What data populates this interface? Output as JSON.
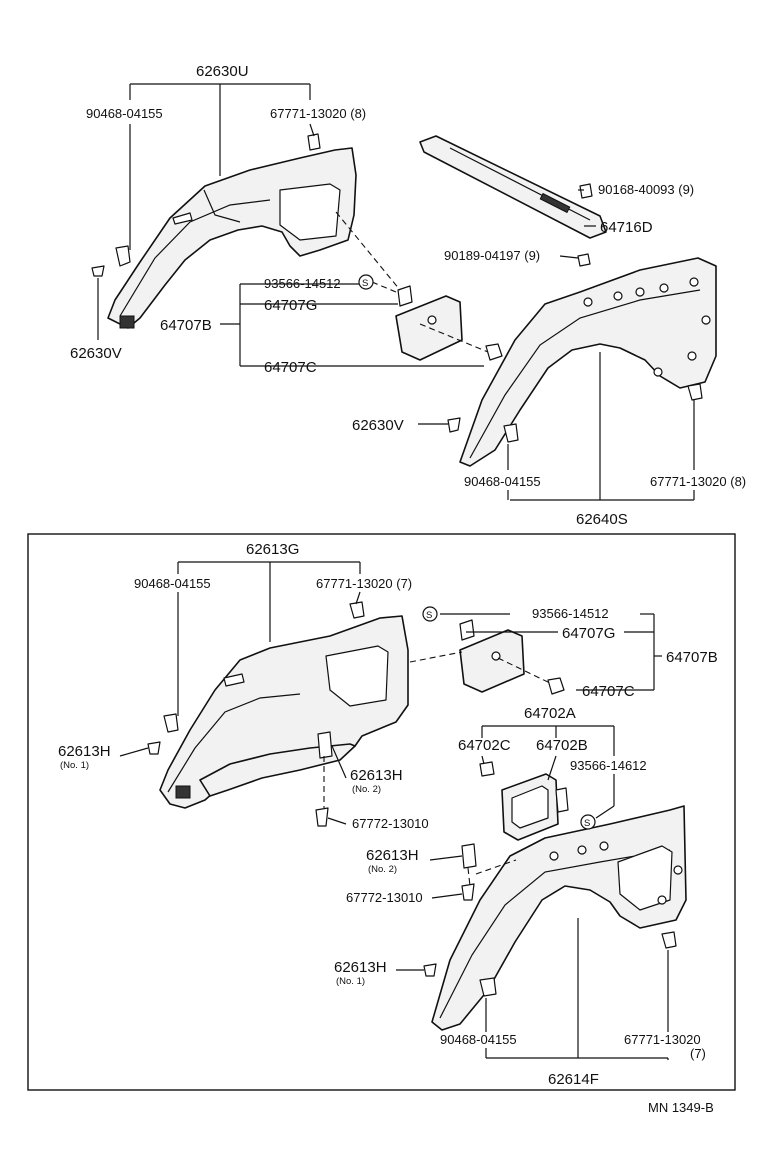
{
  "labels": {
    "top_62630U": "62630U",
    "top_90468": "90468-04155",
    "top_67771": "67771-13020 (8)",
    "top_90168": "90168-40093 (9)",
    "top_64716D": "64716D",
    "top_90189": "90189-04197 (9)",
    "top_93566": "93566-14512",
    "top_64707G": "64707G",
    "top_64707B": "64707B",
    "top_64707C": "64707C",
    "top_62630V_left": "62630V",
    "top_62630V_mid": "62630V",
    "top_90468_b": "90468-04155",
    "top_67771_b": "67771-13020 (8)",
    "top_62640S": "62640S",
    "bot_62613G": "62613G",
    "bot_90468": "90468-04155",
    "bot_67771": "67771-13020 (7)",
    "bot_93566": "93566-14512",
    "bot_64707G": "64707G",
    "bot_64707B": "64707B",
    "bot_64707C": "64707C",
    "bot_62613H_1": "62613H",
    "bot_no1_a": "(No. 1)",
    "bot_62613H_2": "62613H",
    "bot_no2_a": "(No. 2)",
    "bot_67772_a": "67772-13010",
    "bot_64702A": "64702A",
    "bot_64702C": "64702C",
    "bot_64702B": "64702B",
    "bot_93566_b": "93566-14612",
    "bot_62613H_3": "62613H",
    "bot_no2_b": "(No. 2)",
    "bot_67772_b": "67772-13010",
    "bot_62613H_4": "62613H",
    "bot_no1_b": "(No. 1)",
    "bot_90468_b": "90468-04155",
    "bot_67771_b": "67771-13020",
    "bot_67771_b_qty": "(7)",
    "bot_62614F": "62614F",
    "footer_ref": "MN  1349-B",
    "symbol_s": "S"
  }
}
